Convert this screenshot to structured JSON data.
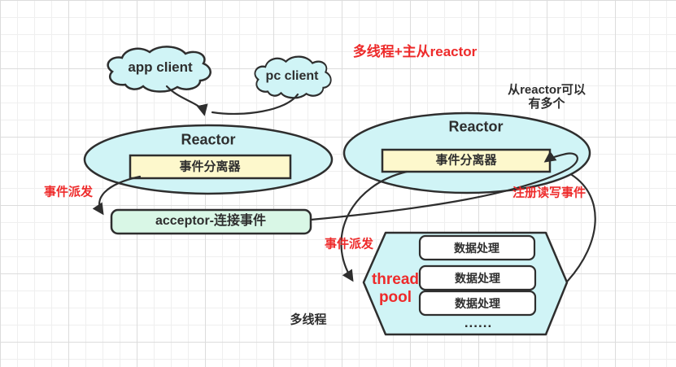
{
  "colors": {
    "accent_red": "#ee2b2b",
    "shape_cyan": "#d0f4f6",
    "box_yellow": "#fdf8cc",
    "box_green": "#d9f7e6",
    "box_white": "#ffffff",
    "ink": "#2e2e2e"
  },
  "header": {
    "title": "多线程+主从reactor"
  },
  "clients": {
    "app_label": "app client",
    "pc_label": "pc client"
  },
  "main_reactor": {
    "title": "Reactor",
    "demultiplexer": "事件分离器"
  },
  "sub_reactor": {
    "title": "Reactor",
    "demultiplexer": "事件分离器",
    "note_line1": "从reactor可以",
    "note_line2": "有多个"
  },
  "acceptor": {
    "label": "acceptor-连接事件"
  },
  "labels": {
    "dispatch_left": "事件派发",
    "dispatch_mid": "事件派发",
    "register_rw": "注册读写事件",
    "multithread": "多线程"
  },
  "thread_pool": {
    "name_line1": "thread",
    "name_line2": "pool",
    "workers": [
      "数据处理",
      "数据处理",
      "数据处理"
    ],
    "ellipsis": "......"
  }
}
